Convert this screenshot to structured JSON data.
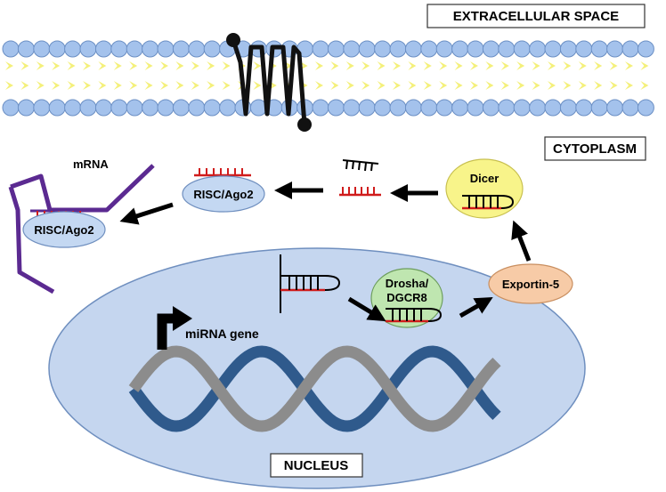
{
  "labels": {
    "extracellular": "EXTRACELLULAR SPACE",
    "cytoplasm": "CYTOPLASM",
    "nucleus": "NUCLEUS",
    "mirna_gene": "miRNA gene",
    "mrna": "mRNA",
    "dicer": "Dicer",
    "exportin": "Exportin-5",
    "drosha_line1": "Drosha/",
    "drosha_line2": "DGCR8",
    "risc_cytoplasm": "RISC/Ago2",
    "risc_mrna": "RISC/Ago2"
  },
  "colors": {
    "membrane_head": "#a4c2ec",
    "membrane_tail": "#f4f07a",
    "nucleus_fill": "#c5d6ef",
    "dicer_fill": "#f8f48a",
    "exportin_fill": "#f7cba7",
    "drosha_fill": "#bfe6b0",
    "risc_fill": "#c4d8f2",
    "mrna_strand": "#5b2a91",
    "mirna_strand": "#d01c1c",
    "dna_blue": "#2f5a8c",
    "dna_gray": "#8c8c8c"
  },
  "icons": [
    "receptor-icon",
    "promoter-arrow-icon",
    "hairpin-icon",
    "arrow-icon"
  ]
}
